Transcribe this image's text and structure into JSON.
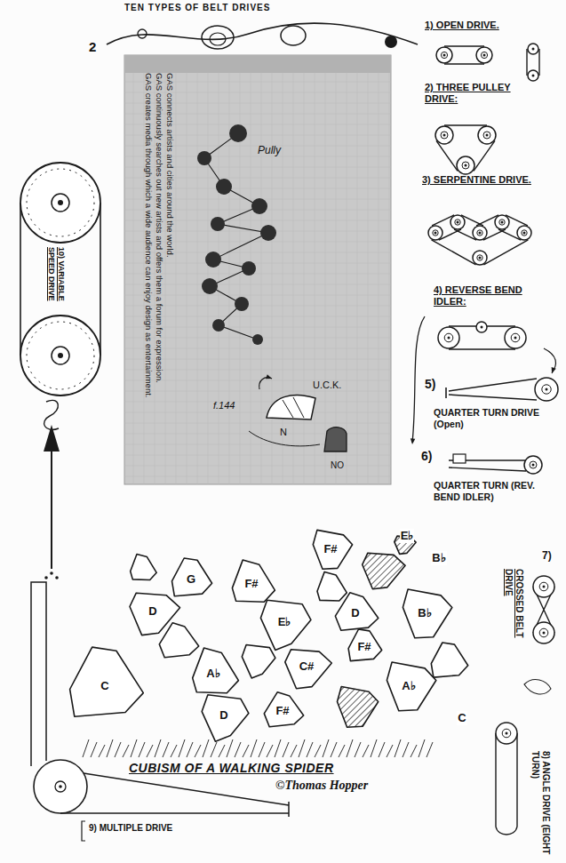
{
  "diagram": {
    "title": "TEN TYPES OF BELT DRIVES",
    "caption": "CUBISM OF A WALKING SPIDER",
    "nodes": [
      {
        "text": [
          "Pully",
          "GAS connects artists and cities around the world.",
          "GAS continuously searches out new artists and offers them a forum for expression.",
          "GAS creates media through which a wide audience can enjoy design as entertainment.",
          "f.144",
          "U.C.K.",
          "N",
          "NO"
        ]
      }
    ],
    "labels": [
      "1) OPEN DRIVE.",
      "2) THREE PULLEY DRIVE:",
      "3) SERPENTINE DRIVE.",
      "4) REVERSE BEND IDLER:",
      "5)",
      "QUARTER TURN DRIVE (Open)",
      "6)",
      "QUARTER TURN (REV. BEND IDLER)",
      "7)",
      "CROSSED BELT DRIVE",
      "8) ANGLE DRIVE (EIGHT TURN)",
      "9) MULTIPLE DRIVE",
      "10) VARIABLE SPEED DRIVE",
      "2",
      "©Thomas Hopper",
      "E♭",
      "B♭",
      "F#",
      "G",
      "D",
      "F#",
      "E♭",
      "D",
      "B♭",
      "F#",
      "C#",
      "A♭",
      "D",
      "F#",
      "A♭",
      "C",
      "C"
    ]
  }
}
